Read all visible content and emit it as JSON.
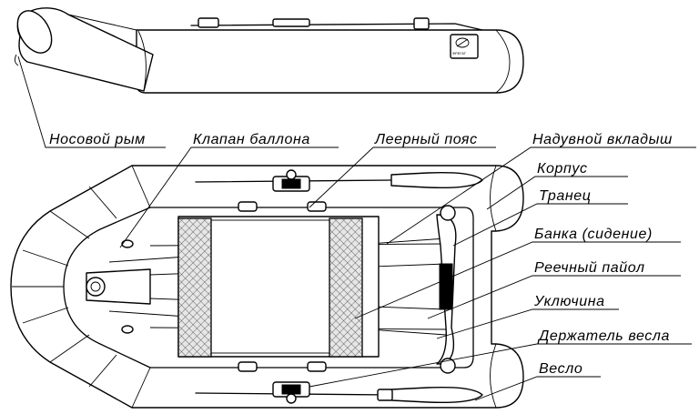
{
  "labels": [
    "Носовой рым",
    "Клапан баллона",
    "Леерный пояс",
    "Надувной вкладыш",
    "Корпус",
    "Транец",
    "Банка (сидение)",
    "Реечный пайол",
    "Уключина",
    "Держатель весла",
    "Весло"
  ],
  "logo_text": "ФРЕГАТ",
  "colors": {
    "line": "#000000",
    "background": "#ffffff",
    "grid_fill": "#e6e6e6"
  }
}
